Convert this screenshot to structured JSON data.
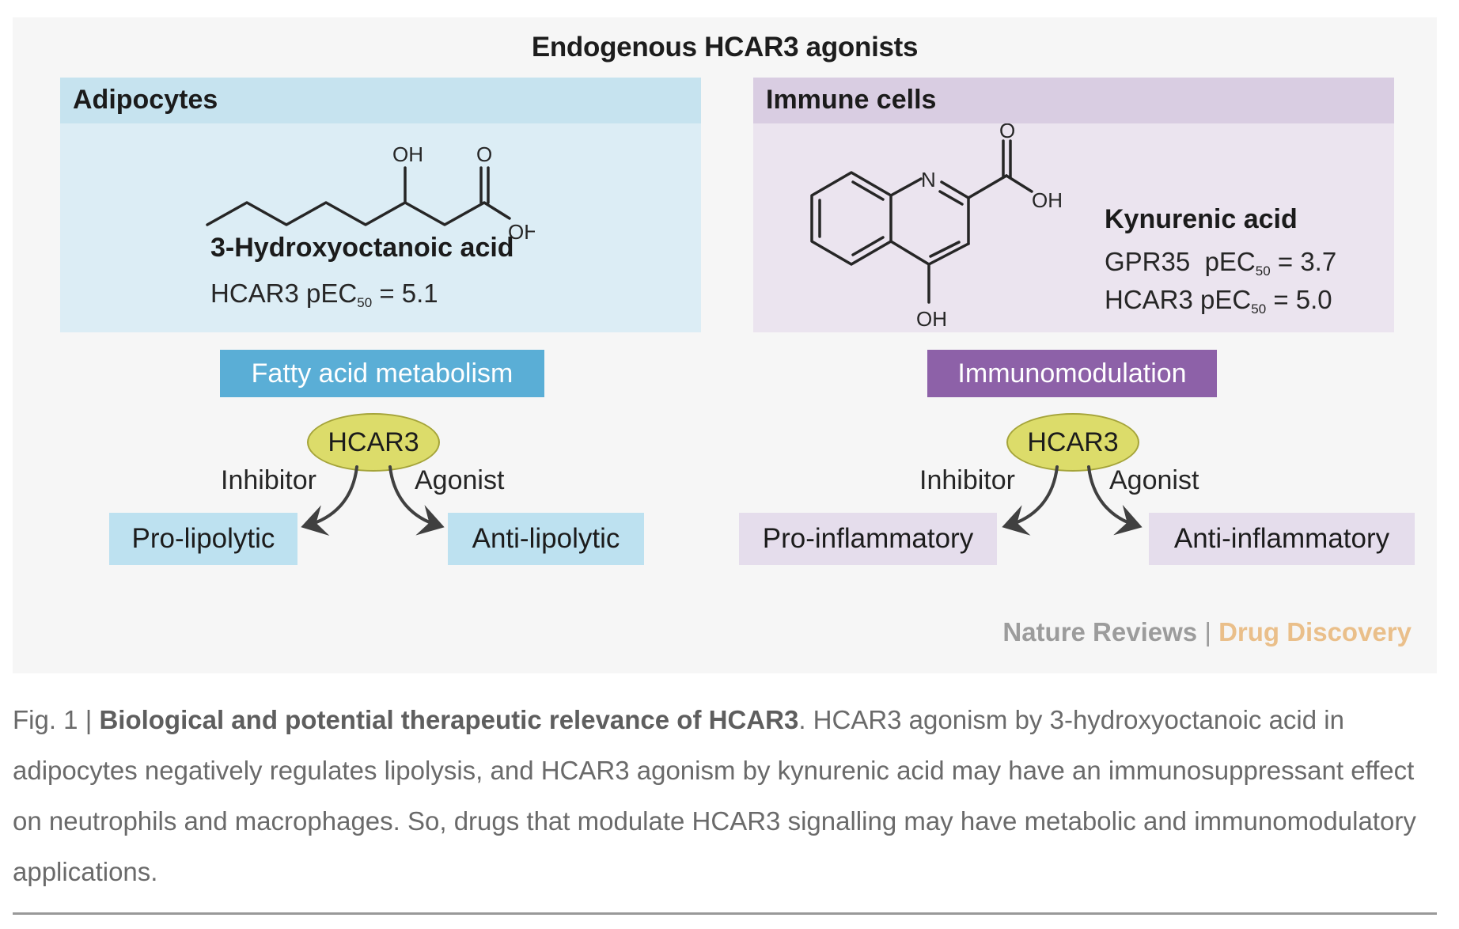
{
  "figure": {
    "title": "Endogenous HCAR3 agonists",
    "panels": [
      {
        "header": "Adipocytes",
        "molecule_name": "3-Hydroxyoctanoic acid",
        "atoms": [
          "OH",
          "O",
          "OH"
        ],
        "values": [
          {
            "receptor": "HCAR3",
            "metric": "pEC",
            "subscript": "50",
            "operator": "=",
            "value": "5.1"
          }
        ],
        "process": "Fatty acid metabolism",
        "receptor_node": "HCAR3",
        "inhibitor_label": "Inhibitor",
        "agonist_label": "Agonist",
        "inhibitor_outcome": "Pro-lipolytic",
        "agonist_outcome": "Anti-lipolytic"
      },
      {
        "header": "Immune cells",
        "molecule_name": "Kynurenic acid",
        "atoms": [
          "N",
          "O",
          "OH",
          "OH"
        ],
        "values": [
          {
            "receptor": "GPR35",
            "metric": "pEC",
            "subscript": "50",
            "operator": "=",
            "value": "3.7"
          },
          {
            "receptor": "HCAR3",
            "metric": "pEC",
            "subscript": "50",
            "operator": "=",
            "value": "5.0"
          }
        ],
        "process": "Immunomodulation",
        "receptor_node": "HCAR3",
        "inhibitor_label": "Inhibitor",
        "agonist_label": "Agonist",
        "inhibitor_outcome": "Pro-inflammatory",
        "agonist_outcome": "Anti-inflammatory"
      }
    ],
    "credit": {
      "journal": "Nature Reviews",
      "separator": "|",
      "subjournal": "Drug Discovery"
    }
  },
  "caption": {
    "prefix": "Fig. 1 | ",
    "title": "Biological and potential therapeutic relevance of HCAR3",
    "body": ". HCAR3 agonism by 3-hydroxyoctanoic acid in adipocytes negatively regulates lipolysis, and HCAR3 agonism by kynurenic acid may have an immunosuppressant effect on neutrophils and macrophages. So, drugs that modulate HCAR3 signalling may have metabolic and immunomodulatory applications."
  },
  "colors": {
    "adipocyte_header": "#c6e3ef",
    "adipocyte_body": "#dcedf5",
    "adipocyte_process": "#5aaed6",
    "immune_header": "#d9cde2",
    "immune_body": "#ebe4ef",
    "immune_process": "#8d61a8",
    "receptor_fill": "#dcdc6a",
    "credit_journal": "#9c9c9c",
    "credit_subjournal": "#eabf8a"
  }
}
